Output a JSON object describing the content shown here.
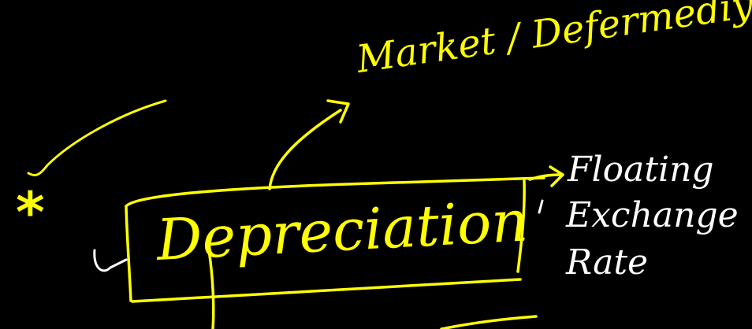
{
  "colors": {
    "background": "#000000",
    "primary_ink": "#ffff00",
    "secondary_ink": "#ffffff"
  },
  "labels": {
    "market": "Market / Defermediy",
    "center": "Depreciation",
    "floating_1": "Floating",
    "floating_2": "Exchange",
    "floating_3": "Rate",
    "star": "*"
  }
}
